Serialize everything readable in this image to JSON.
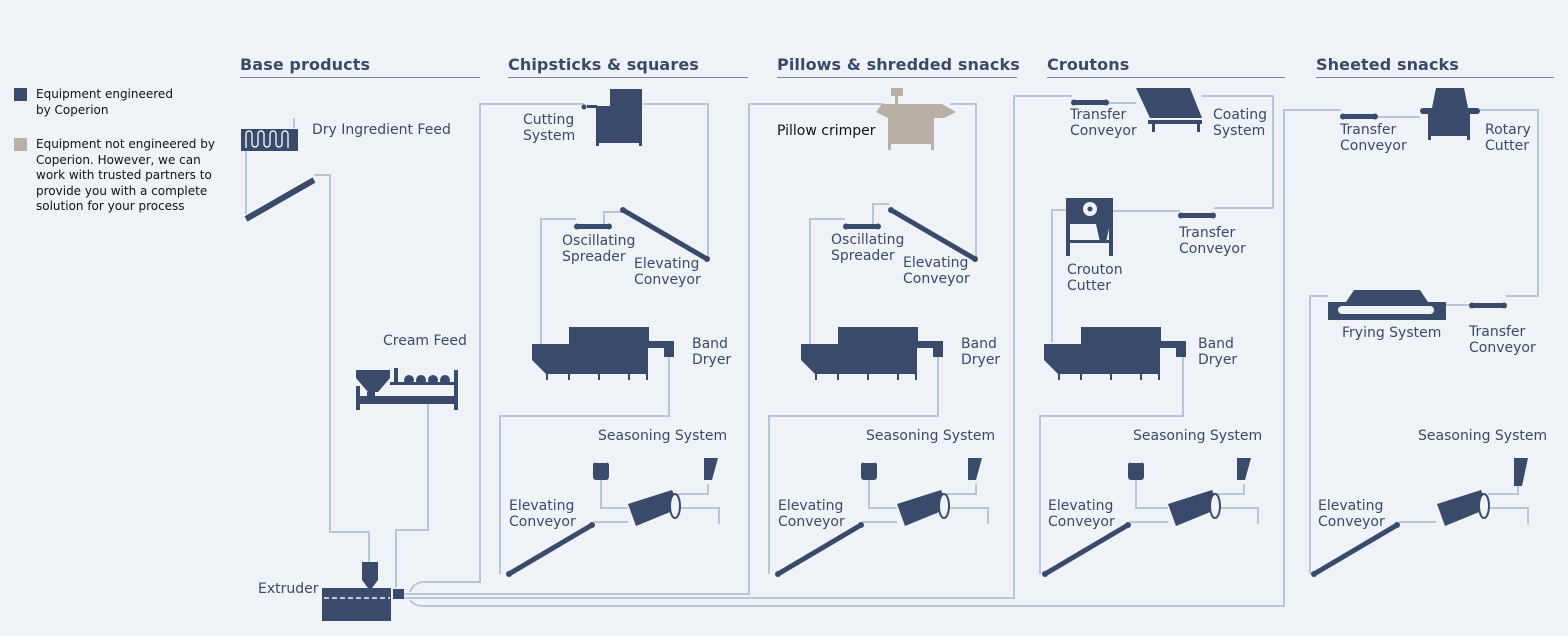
{
  "legend": {
    "engineered": "Equipment engineered by Coperion",
    "not_engineered": "Equipment not engineered by Coperion. However, we can work with trusted partners to provide you with a complete solution for your process",
    "colors": {
      "engineered": "#3a4a6b",
      "not_engineered": "#b8b0a6"
    }
  },
  "sections": {
    "base": "Base products",
    "chipsticks": "Chipsticks & squares",
    "pillows": "Pillows & shredded snacks",
    "croutons": "Croutons",
    "sheeted": "Sheeted snacks"
  },
  "base": {
    "dry_feed": "Dry Ingredient Feed",
    "cream_feed": "Cream Feed",
    "extruder": "Extruder"
  },
  "chipsticks": {
    "cutting_1": "Cutting",
    "cutting_2": "System",
    "osc_1": "Oscillating",
    "osc_2": "Spreader",
    "elev_1": "Elevating",
    "elev_2": "Conveyor",
    "band_1": "Band",
    "band_2": "Dryer",
    "seasoning": "Seasoning System",
    "elev_b_1": "Elevating",
    "elev_b_2": "Conveyor"
  },
  "pillows": {
    "crimper": "Pillow crimper",
    "osc_1": "Oscillating",
    "osc_2": "Spreader",
    "elev_1": "Elevating",
    "elev_2": "Conveyor",
    "band_1": "Band",
    "band_2": "Dryer",
    "seasoning": "Seasoning System",
    "elev_b_1": "Elevating",
    "elev_b_2": "Conveyor"
  },
  "croutons": {
    "transfer_1": "Transfer",
    "transfer_2": "Conveyor",
    "coating_1": "Coating",
    "coating_2": "System",
    "cutter_1": "Crouton",
    "cutter_2": "Cutter",
    "transfer_b_1": "Transfer",
    "transfer_b_2": "Conveyor",
    "band_1": "Band",
    "band_2": "Dryer",
    "seasoning": "Seasoning System",
    "elev_b_1": "Elevating",
    "elev_b_2": "Conveyor"
  },
  "sheeted": {
    "transfer_1": "Transfer",
    "transfer_2": "Conveyor",
    "rotary_1": "Rotary",
    "rotary_2": "Cutter",
    "frying": "Frying System",
    "transfer_b_1": "Transfer",
    "transfer_b_2": "Conveyor",
    "seasoning": "Seasoning System",
    "elev_b_1": "Elevating",
    "elev_b_2": "Conveyor"
  }
}
